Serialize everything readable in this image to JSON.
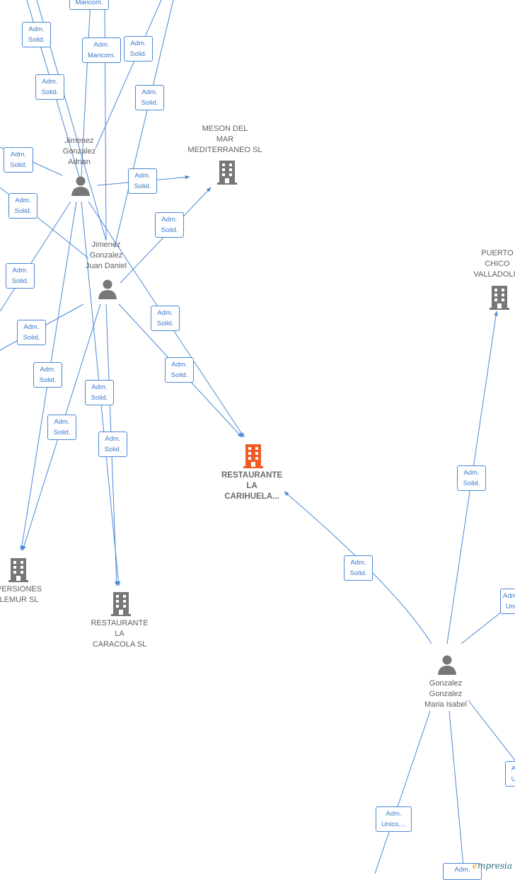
{
  "colors": {
    "edge": "#4a88d6",
    "person": "#777777",
    "company": "#777777",
    "main_company": "#f15a24"
  },
  "edge_labels": [
    {
      "text": "Mancom."
    },
    {
      "text": "Adm.\nSolid."
    },
    {
      "text": "Adm.\nMancom."
    },
    {
      "text": "Adm.\nSolid."
    },
    {
      "text": "Adm.\nSolid."
    },
    {
      "text": "Adm.\nSolid."
    },
    {
      "text": "Adm.\nSolid."
    },
    {
      "text": "Adm.\nSolid."
    },
    {
      "text": "Adm.\nSolid."
    },
    {
      "text": "Adm.\nSolid."
    },
    {
      "text": "Adm.\nSolid."
    },
    {
      "text": "Adm.\nSolid."
    },
    {
      "text": "Adm.\nSolid."
    },
    {
      "text": "Adm.\nSolid."
    },
    {
      "text": "Adm.\nSolid."
    },
    {
      "text": "Adm.\nSolid."
    },
    {
      "text": "Adm.\nSolid."
    },
    {
      "text": "Adm.\nSolid."
    },
    {
      "text": "Adm.\nSolid."
    },
    {
      "text": "Adm.\nSolid."
    },
    {
      "text": "Adm.\nUni"
    },
    {
      "text": "A\nU"
    },
    {
      "text": "Adm.\nUnico,..."
    },
    {
      "text": "Adm."
    }
  ],
  "nodes": {
    "jimenez_adrian": {
      "label": "Jimenez\nGonzalez\nAdrian"
    },
    "jimenez_juan": {
      "label": "Jimenez\nGonzalez\nJuan Daniel"
    },
    "meson": {
      "label": "MESON DEL\nMAR\nMEDITERRANEO SL"
    },
    "puerto": {
      "label": "PUERTO\nCHICO\nVALLADOLID"
    },
    "restaurante_carihuela": {
      "label": "RESTAURANTE\nLA\nCARIHUELA..."
    },
    "inversiones": {
      "label": "VERSIONES\nLEMUR SL"
    },
    "restaurante_caracola": {
      "label": "RESTAURANTE\nLA\nCARACOLA SL"
    },
    "gonzalez_maria": {
      "label": "Gonzalez\nGonzalez\nMaria Isabel"
    }
  },
  "watermark": {
    "c": "e",
    "rest": "mpresia"
  }
}
